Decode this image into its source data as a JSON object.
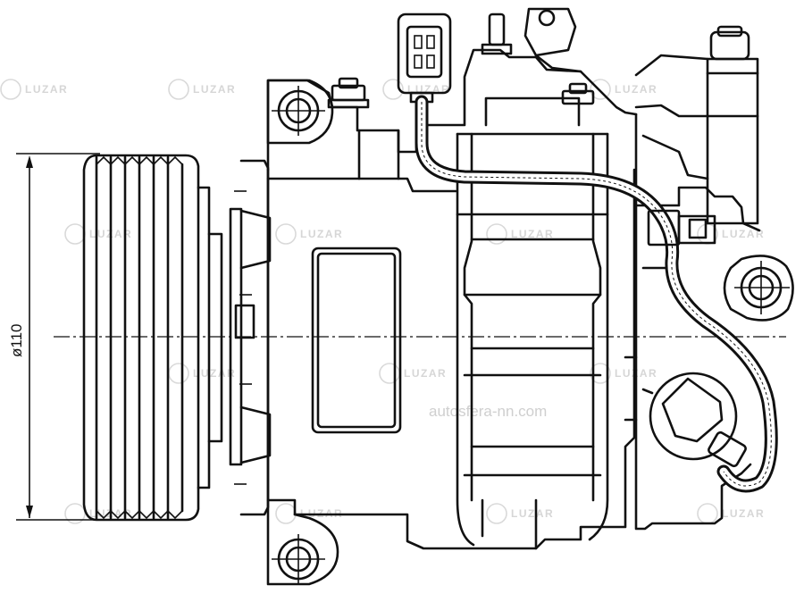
{
  "dimension": {
    "label": "ø110"
  },
  "watermark": {
    "brand_text": "LUZAR",
    "site_text": "autosfera-nn.com",
    "color": "#d6d6d6"
  },
  "drawing": {
    "line_color": "#111111",
    "background": "#ffffff"
  },
  "icons": {
    "watermark_logo": "luzar-logo-icon"
  }
}
